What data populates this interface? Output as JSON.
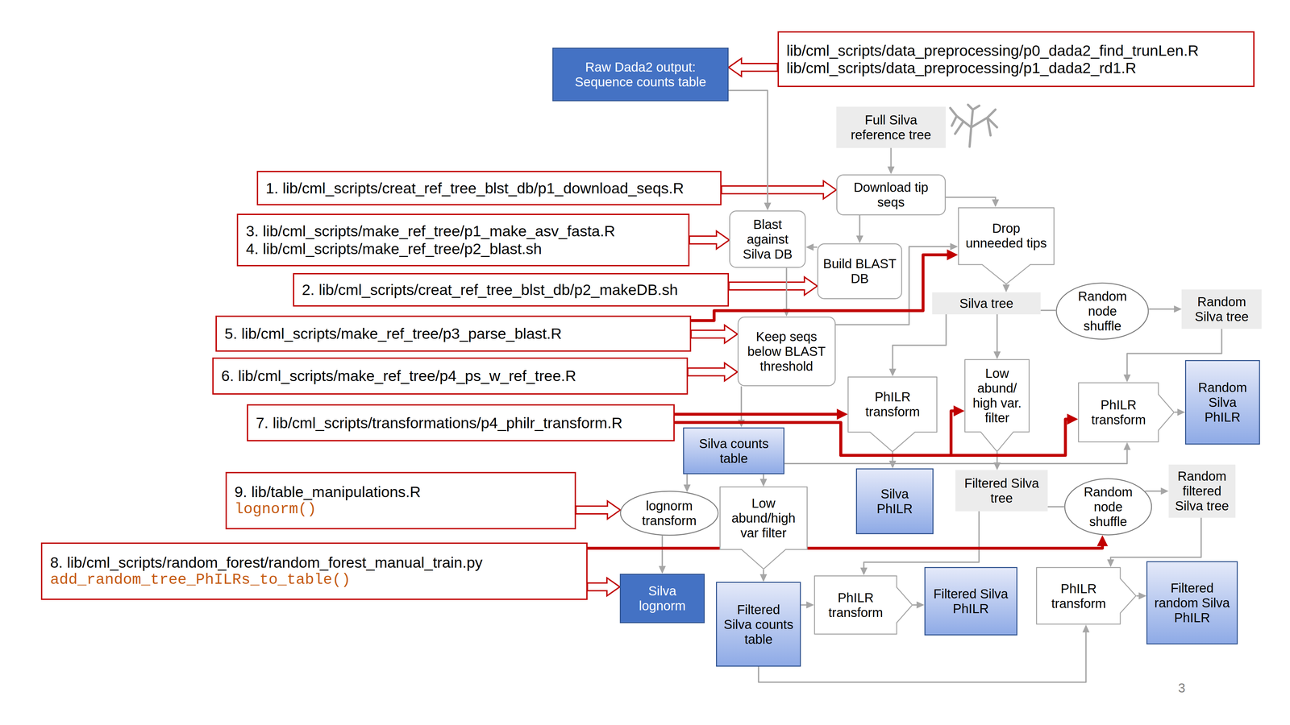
{
  "diagram": {
    "nodes": [
      {
        "text": [
          "lib/cml_scripts/data_preprocessing/p0_dada2_find_trunLen.R",
          "lib/cml_scripts/data_preprocessing/p1_dada2_rd1.R"
        ]
      },
      {
        "text": [
          "Raw Dada2 output: Sequence counts table"
        ]
      },
      {
        "text": [
          "Full Silva reference tree"
        ]
      },
      {
        "text": [
          "1. lib/cml_scripts/creat_ref_tree_blst_db/p1_download_seqs.R"
        ]
      },
      {
        "text": [
          "Download tip seqs"
        ]
      },
      {
        "text": [
          "Blast against Silva DB"
        ]
      },
      {
        "text": [
          "3. lib/cml_scripts/make_ref_tree/p1_make_asv_fasta.R",
          "4. lib/cml_scripts/make_ref_tree/p2_blast.sh"
        ]
      },
      {
        "text": [
          "Drop unneeded tips"
        ]
      },
      {
        "text": [
          "Build BLAST DB"
        ]
      },
      {
        "text": [
          "2. lib/cml_scripts/creat_ref_tree_blst_db/p2_makeDB.sh"
        ]
      },
      {
        "text": [
          "Silva tree"
        ]
      },
      {
        "text": [
          "Random node shuffle"
        ]
      },
      {
        "text": [
          "Random Silva tree"
        ]
      },
      {
        "text": [
          "Keep seqs below BLAST threshold"
        ]
      },
      {
        "text": [
          "5. lib/cml_scripts/make_ref_tree/p3_parse_blast.R"
        ]
      },
      {
        "text": [
          "6. lib/cml_scripts/make_ref_tree/p4_ps_w_ref_tree.R"
        ]
      },
      {
        "text": [
          "PhILR transform"
        ]
      },
      {
        "text": [
          "Low abund/ high var. filter"
        ]
      },
      {
        "text": [
          "PhILR transform"
        ]
      },
      {
        "text": [
          "Random Silva PhILR"
        ]
      },
      {
        "text": [
          "7. lib/cml_scripts/transformations/p4_philr_transform.R"
        ]
      },
      {
        "text": [
          "Silva counts table"
        ]
      },
      {
        "text": [
          "9. lib/table_manipulations.R",
          "lognorm()"
        ]
      },
      {
        "text": [
          "lognorm transform"
        ]
      },
      {
        "text": [
          "Low abund/high var filter"
        ]
      },
      {
        "text": [
          "Silva PhILR"
        ]
      },
      {
        "text": [
          "Filtered Silva tree"
        ]
      },
      {
        "text": [
          "Random node shuffle"
        ]
      },
      {
        "text": [
          "Random filtered Silva tree"
        ]
      },
      {
        "text": [
          "8. lib/cml_scripts/random_forest/random_forest_manual_train.py",
          "add_random_tree_PhILRs_to_table()"
        ]
      },
      {
        "text": [
          "Silva lognorm"
        ]
      },
      {
        "text": [
          "Filtered Silva counts table"
        ]
      },
      {
        "text": [
          "PhILR transform"
        ]
      },
      {
        "text": [
          "Filtered Silva PhILR"
        ]
      },
      {
        "text": [
          "PhILR transform"
        ]
      },
      {
        "text": [
          "Filtered random Silva PhILR"
        ]
      }
    ],
    "edges": [
      {
        "from": 0,
        "to": 1,
        "arrow": "to"
      },
      {
        "from": 3,
        "to": 4,
        "arrow": "to"
      },
      {
        "from": 6,
        "to": 5,
        "arrow": "to"
      },
      {
        "from": 9,
        "to": 8,
        "arrow": "to"
      },
      {
        "from": 14,
        "to": 13,
        "arrow": "to"
      },
      {
        "from": 15,
        "to": 13,
        "arrow": "to"
      },
      {
        "from": 22,
        "to": 23,
        "arrow": "to"
      },
      {
        "from": 29,
        "to": 30,
        "arrow": "to"
      },
      {
        "from": 2,
        "to": 4,
        "arrow": "to"
      },
      {
        "from": 4,
        "to": 8,
        "arrow": "to"
      },
      {
        "from": 4,
        "to": 7,
        "arrow": "to"
      },
      {
        "from": 1,
        "to": 5,
        "arrow": "to"
      },
      {
        "from": 8,
        "to": 5,
        "arrow": "to"
      },
      {
        "from": 5,
        "to": 13,
        "arrow": "to"
      },
      {
        "from": 13,
        "to": 7,
        "arrow": "to"
      },
      {
        "from": 7,
        "to": 10,
        "arrow": "to"
      },
      {
        "from": 10,
        "to": 11,
        "arrow": "none"
      },
      {
        "from": 11,
        "to": 12,
        "arrow": "to"
      },
      {
        "from": 10,
        "to": 16,
        "arrow": "to"
      },
      {
        "from": 10,
        "to": 17,
        "arrow": "to"
      },
      {
        "from": 12,
        "to": 18,
        "arrow": "to"
      },
      {
        "from": 13,
        "to": 21,
        "arrow": "to"
      },
      {
        "from": 21,
        "to": 18,
        "arrow": "to"
      },
      {
        "from": 18,
        "to": 19,
        "arrow": "to"
      },
      {
        "from": 21,
        "to": 23,
        "arrow": "to"
      },
      {
        "from": 21,
        "to": 24,
        "arrow": "to"
      },
      {
        "from": 23,
        "to": 30,
        "arrow": "to"
      },
      {
        "from": 16,
        "to": 25,
        "arrow": "to"
      },
      {
        "from": 17,
        "to": 26,
        "arrow": "to"
      },
      {
        "from": 24,
        "to": 31,
        "arrow": "to"
      },
      {
        "from": 26,
        "to": 27,
        "arrow": "none"
      },
      {
        "from": 27,
        "to": 28,
        "arrow": "to"
      },
      {
        "from": 26,
        "to": 32,
        "arrow": "to"
      },
      {
        "from": 28,
        "to": 34,
        "arrow": "to"
      },
      {
        "from": 31,
        "to": 32,
        "arrow": "to"
      },
      {
        "from": 31,
        "to": 34,
        "arrow": "to"
      },
      {
        "from": 32,
        "to": 33,
        "arrow": "to"
      },
      {
        "from": 34,
        "to": 35,
        "arrow": "to"
      },
      {
        "from": 14,
        "to": 7,
        "arrow": "to"
      },
      {
        "from": 20,
        "to": 16,
        "arrow": "to"
      },
      {
        "from": 20,
        "to": 17,
        "arrow": "to"
      },
      {
        "from": 20,
        "to": 18,
        "arrow": "to"
      },
      {
        "from": 29,
        "to": 27,
        "arrow": "to"
      }
    ],
    "labels": [
      "3"
    ]
  }
}
